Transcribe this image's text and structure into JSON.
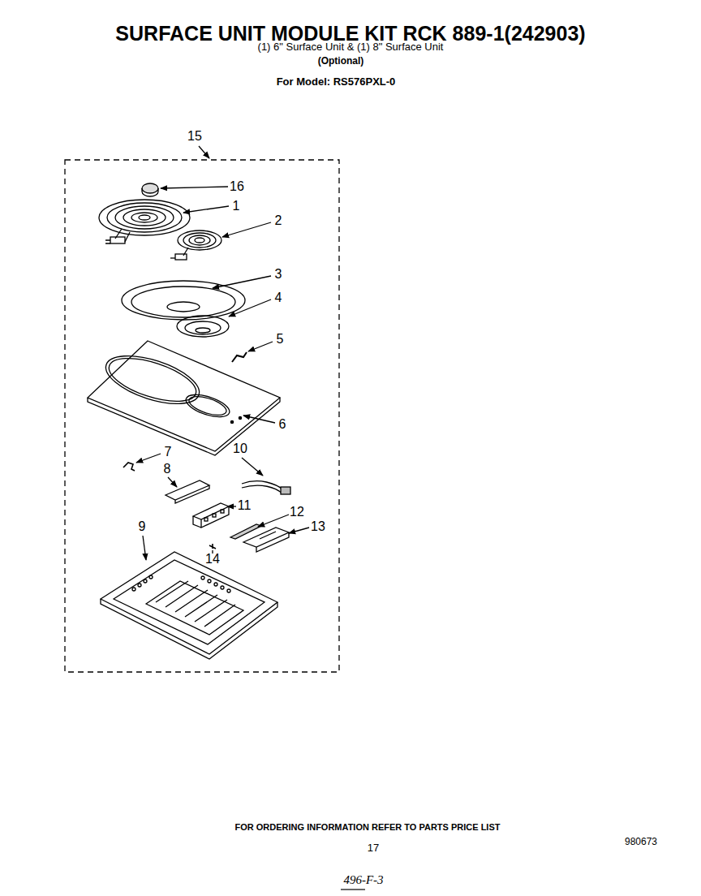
{
  "diagram": {
    "title": "SURFACE UNIT MODULE KIT RCK 889-1(242903)",
    "labels": [
      "(1) 6\" Surface Unit & (1) 8\" Surface Unit",
      "(Optional)",
      "For Model: RS576PXL-0",
      "15",
      "16",
      "1",
      "2",
      "3",
      "4",
      "5",
      "6",
      "7",
      "10",
      "8",
      "11",
      "12",
      "13",
      "9",
      "14",
      "FOR ORDERING INFORMATION REFER TO PARTS PRICE LIST",
      "17",
      "980673",
      "496-F-3"
    ]
  }
}
